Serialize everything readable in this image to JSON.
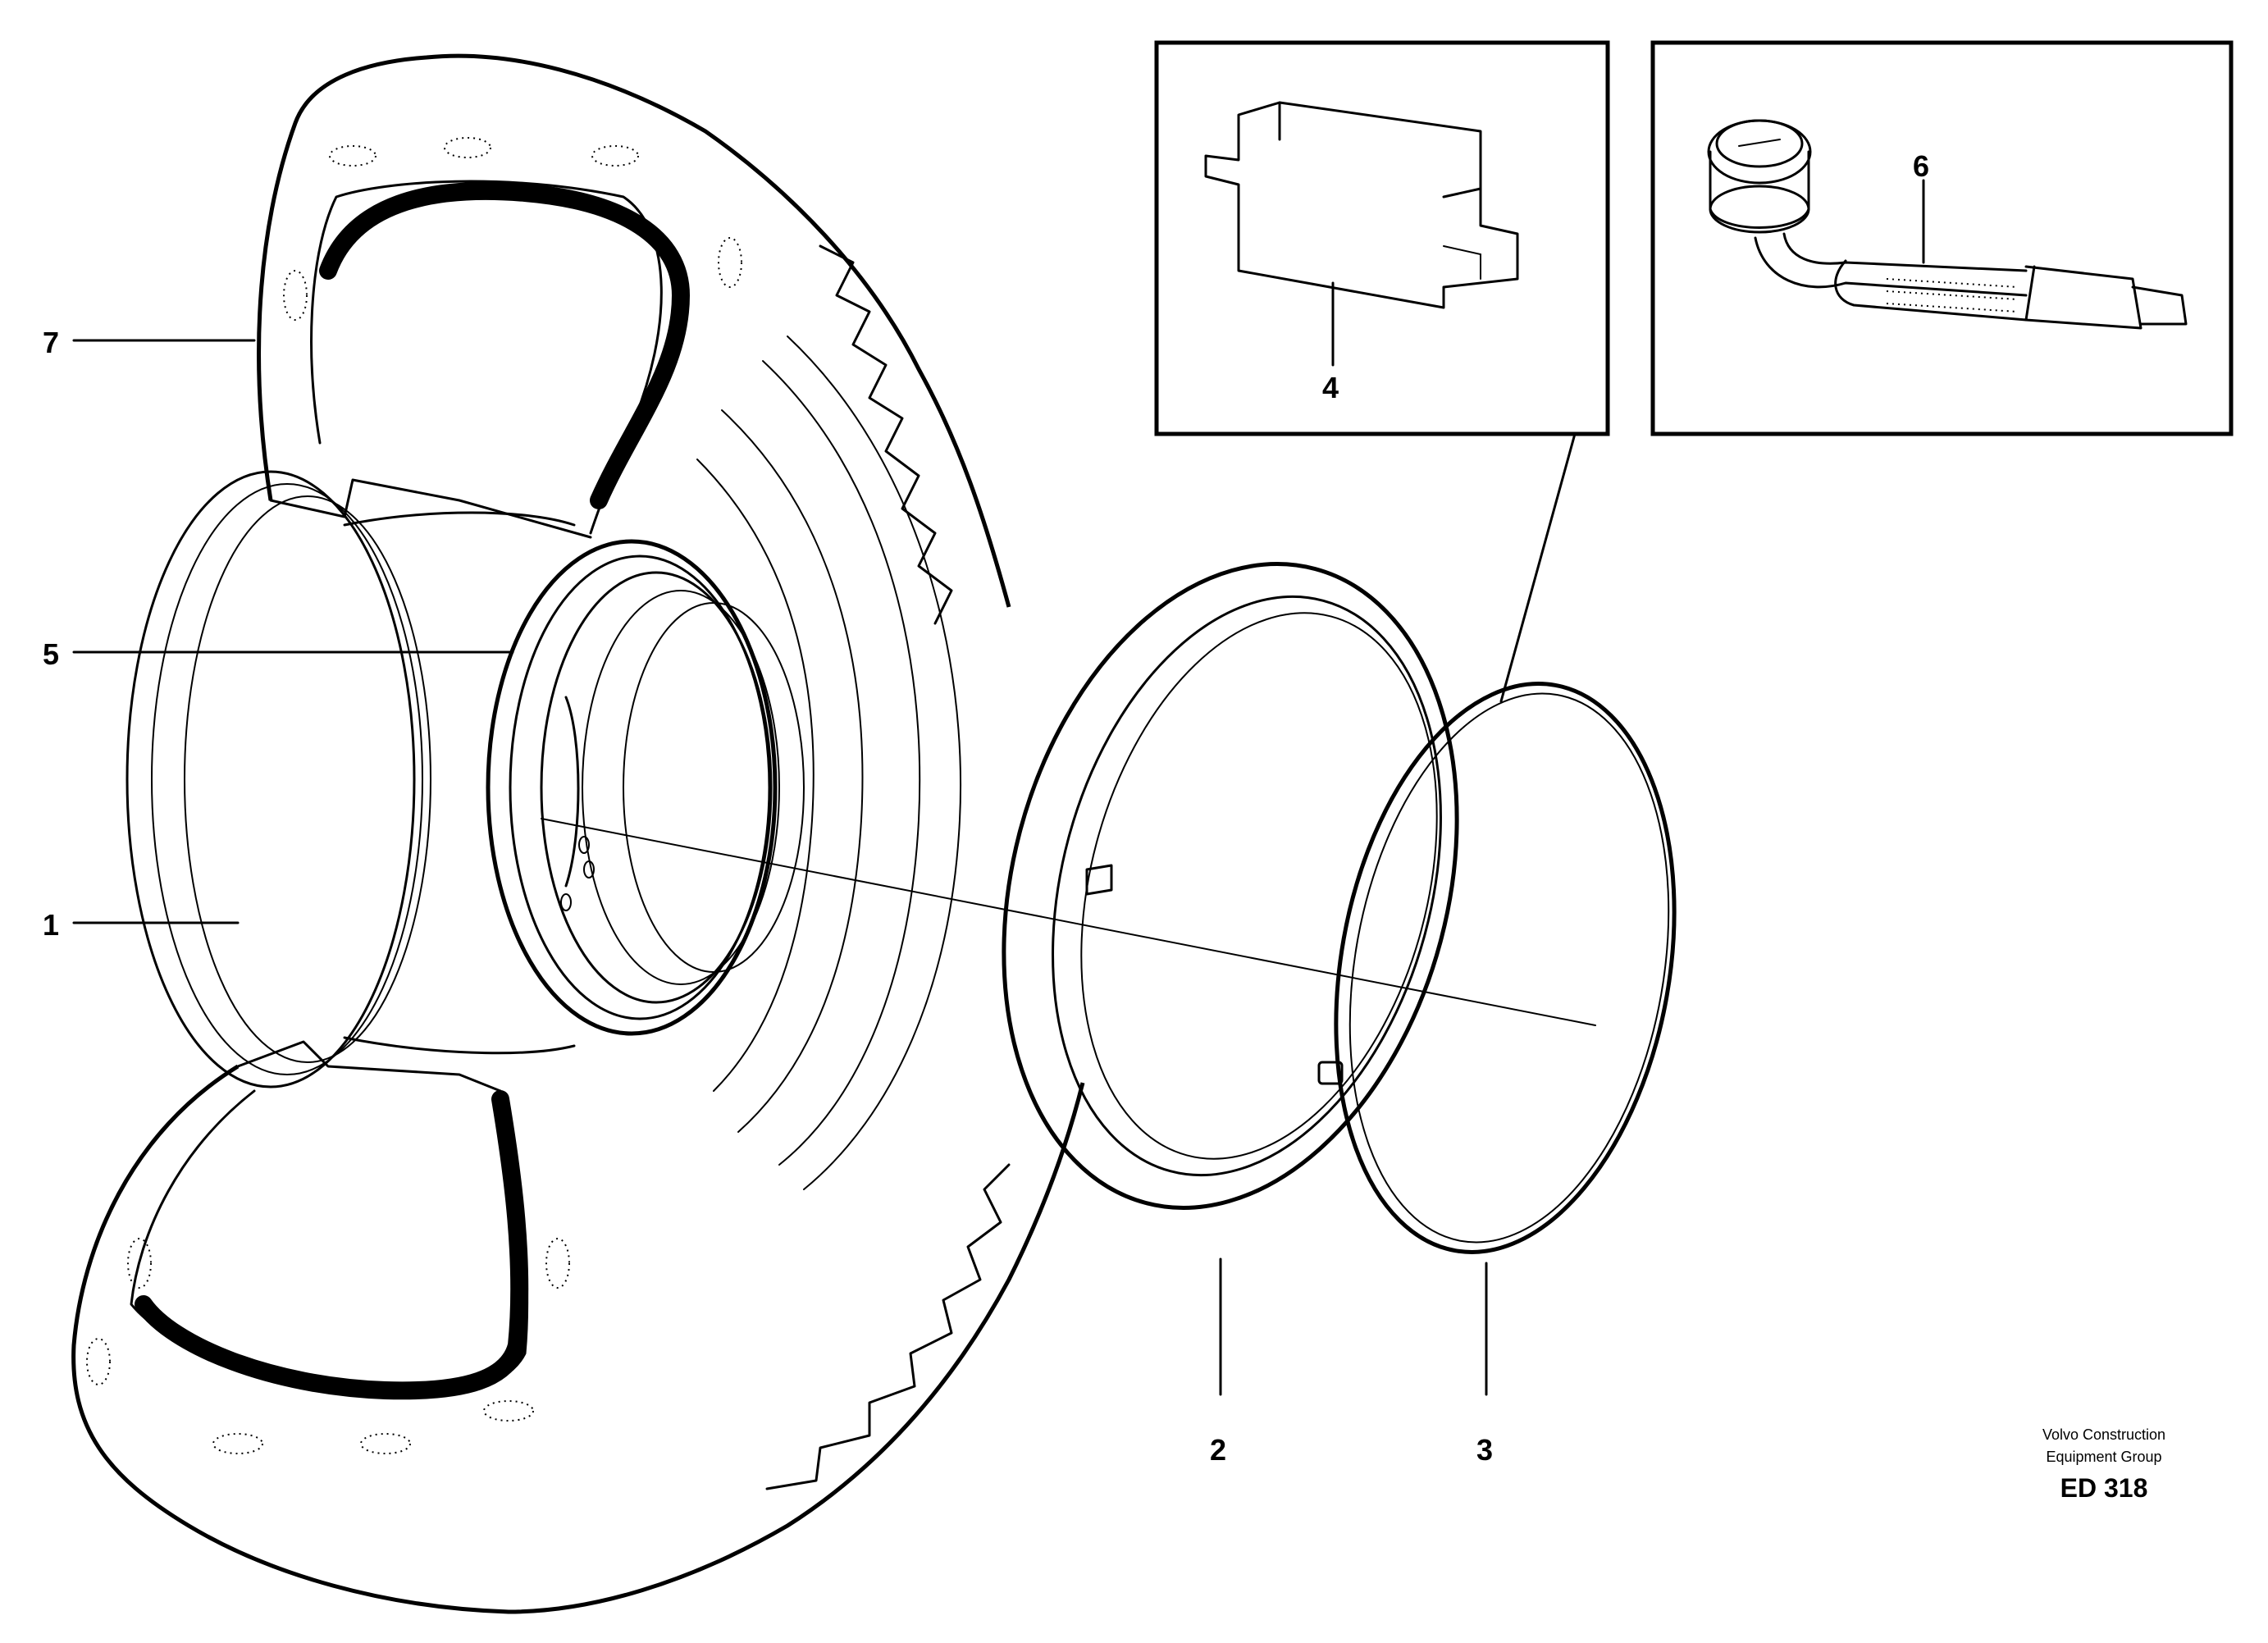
{
  "callouts": [
    {
      "id": "1",
      "label": "1",
      "part": "rim"
    },
    {
      "id": "2",
      "label": "2",
      "part": "side-ring"
    },
    {
      "id": "3",
      "label": "3",
      "part": "lock-ring"
    },
    {
      "id": "4",
      "label": "4",
      "part": "drive-key"
    },
    {
      "id": "5",
      "label": "5",
      "part": "o-ring"
    },
    {
      "id": "6",
      "label": "6",
      "part": "valve"
    },
    {
      "id": "7",
      "label": "7",
      "part": "tire"
    }
  ],
  "credit": {
    "line1": "Volvo Construction",
    "line2": "Equipment Group",
    "doc_id": "ED 318"
  },
  "colors": {
    "ink": "#000000",
    "background": "#ffffff"
  }
}
